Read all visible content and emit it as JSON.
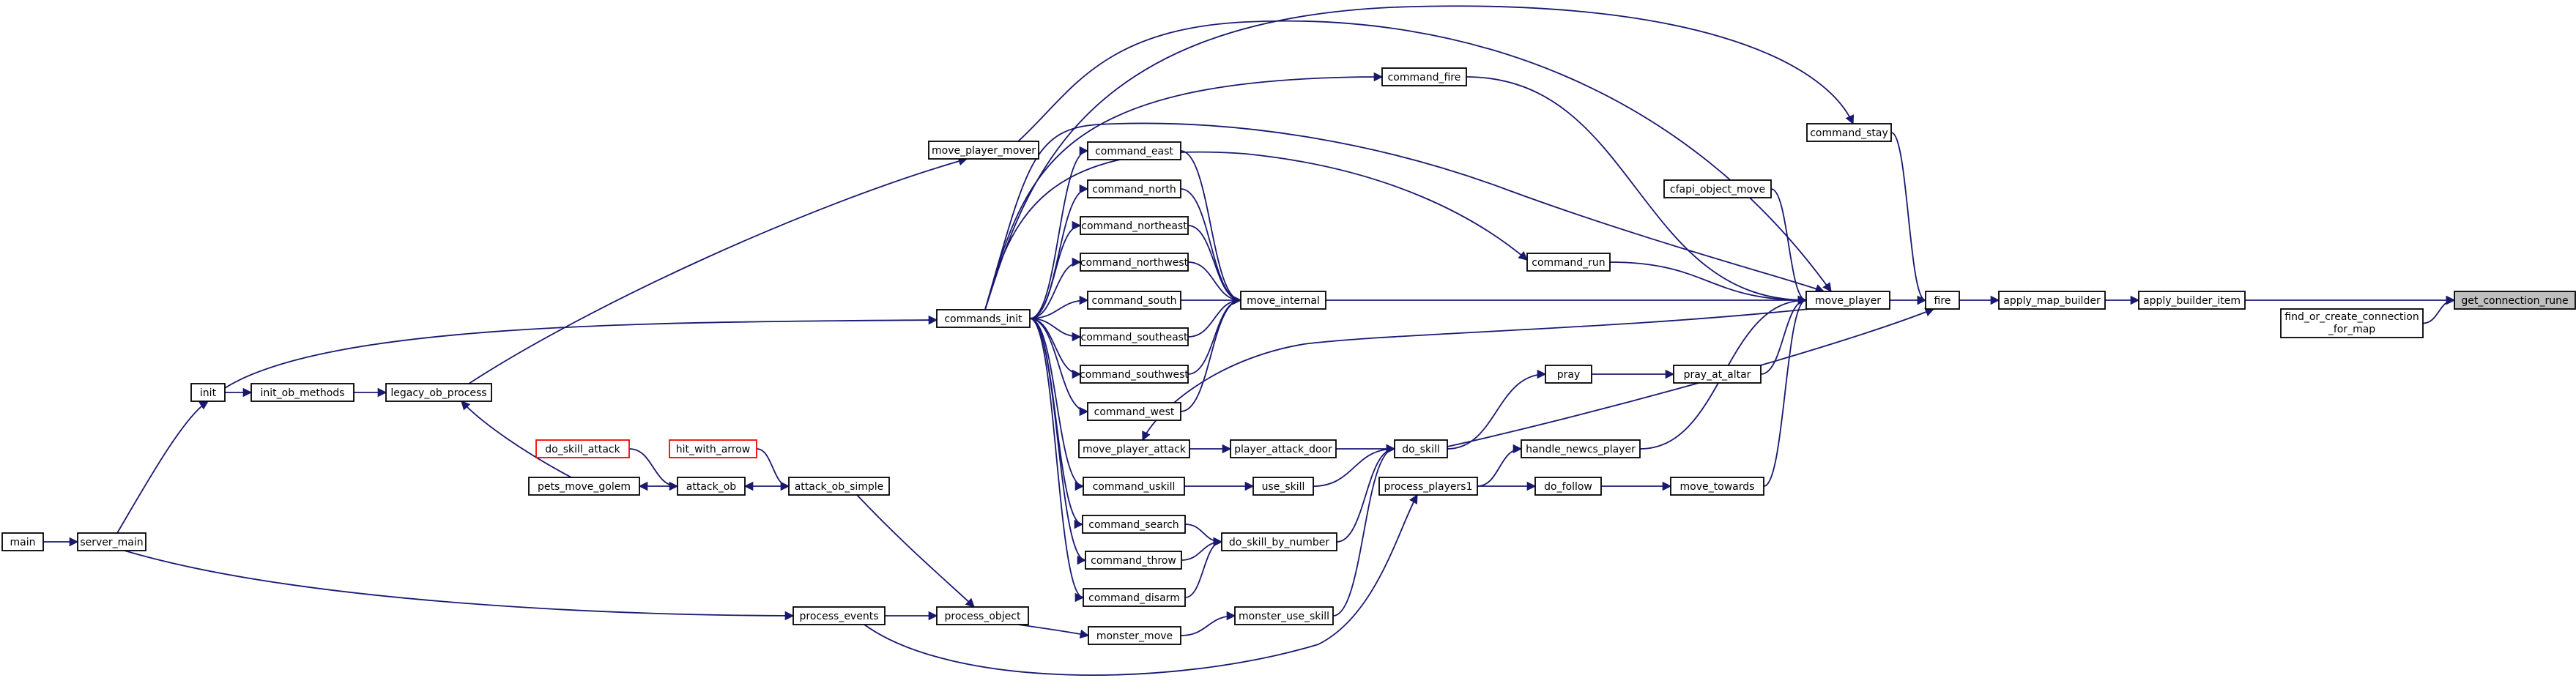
{
  "nodes": [
    {
      "id": "get_connection_rune",
      "label": "get_connection_rune",
      "color": "#000000",
      "fill": "#bfbfbf"
    },
    {
      "id": "apply_builder_item",
      "label": "apply_builder_item",
      "color": "#000000"
    },
    {
      "id": "find_or_create_connection_for_map",
      "label": "find_or_create_connection",
      "label2": "_for_map",
      "color": "#000000"
    },
    {
      "id": "apply_map_builder",
      "label": "apply_map_builder",
      "color": "#000000"
    },
    {
      "id": "fire",
      "label": "fire",
      "color": "#000000"
    },
    {
      "id": "command_stay",
      "label": "command_stay",
      "color": "#000000"
    },
    {
      "id": "move_player",
      "label": "move_player",
      "color": "#000000"
    },
    {
      "id": "cfapi_object_move",
      "label": "cfapi_object_move",
      "color": "#000000"
    },
    {
      "id": "pray_at_altar",
      "label": "pray_at_altar",
      "color": "#000000"
    },
    {
      "id": "handle_newcs_player",
      "label": "handle_newcs_player",
      "color": "#000000"
    },
    {
      "id": "move_towards",
      "label": "move_towards",
      "color": "#000000"
    },
    {
      "id": "command_fire",
      "label": "command_fire",
      "color": "#000000"
    },
    {
      "id": "command_run",
      "label": "command_run",
      "color": "#000000"
    },
    {
      "id": "move_internal",
      "label": "move_internal",
      "color": "#000000"
    },
    {
      "id": "pray",
      "label": "pray",
      "color": "#000000"
    },
    {
      "id": "do_skill",
      "label": "do_skill",
      "color": "#000000"
    },
    {
      "id": "do_follow",
      "label": "do_follow",
      "color": "#000000"
    },
    {
      "id": "process_players1",
      "label": "process_players1",
      "color": "#000000"
    },
    {
      "id": "command_east",
      "label": "command_east",
      "color": "#000000"
    },
    {
      "id": "command_north",
      "label": "command_north",
      "color": "#000000"
    },
    {
      "id": "command_northeast",
      "label": "command_northeast",
      "color": "#000000"
    },
    {
      "id": "command_northwest",
      "label": "command_northwest",
      "color": "#000000"
    },
    {
      "id": "command_south",
      "label": "command_south",
      "color": "#000000"
    },
    {
      "id": "command_southeast",
      "label": "command_southeast",
      "color": "#000000"
    },
    {
      "id": "command_southwest",
      "label": "command_southwest",
      "color": "#000000"
    },
    {
      "id": "command_west",
      "label": "command_west",
      "color": "#000000"
    },
    {
      "id": "player_attack_door",
      "label": "player_attack_door",
      "color": "#000000"
    },
    {
      "id": "move_player_attack",
      "label": "move_player_attack",
      "color": "#000000"
    },
    {
      "id": "use_skill",
      "label": "use_skill",
      "color": "#000000"
    },
    {
      "id": "command_uskill",
      "label": "command_uskill",
      "color": "#000000"
    },
    {
      "id": "do_skill_by_number",
      "label": "do_skill_by_number",
      "color": "#000000"
    },
    {
      "id": "command_search",
      "label": "command_search",
      "color": "#000000"
    },
    {
      "id": "command_throw",
      "label": "command_throw",
      "color": "#000000"
    },
    {
      "id": "command_disarm",
      "label": "command_disarm",
      "color": "#000000"
    },
    {
      "id": "monster_use_skill",
      "label": "monster_use_skill",
      "color": "#000000"
    },
    {
      "id": "monster_move",
      "label": "monster_move",
      "color": "#000000"
    },
    {
      "id": "process_object",
      "label": "process_object",
      "color": "#000000"
    },
    {
      "id": "process_events",
      "label": "process_events",
      "color": "#000000"
    },
    {
      "id": "commands_init",
      "label": "commands_init",
      "color": "#000000"
    },
    {
      "id": "move_player_mover",
      "label": "move_player_mover",
      "color": "#000000"
    },
    {
      "id": "legacy_ob_process",
      "label": "legacy_ob_process",
      "color": "#000000"
    },
    {
      "id": "init_ob_methods",
      "label": "init_ob_methods",
      "color": "#000000"
    },
    {
      "id": "init",
      "label": "init",
      "color": "#000000"
    },
    {
      "id": "server_main",
      "label": "server_main",
      "color": "#000000"
    },
    {
      "id": "main",
      "label": "main",
      "color": "#000000"
    },
    {
      "id": "attack_ob_simple",
      "label": "attack_ob_simple",
      "color": "#000000"
    },
    {
      "id": "attack_ob",
      "label": "attack_ob",
      "color": "#000000"
    },
    {
      "id": "pets_move_golem",
      "label": "pets_move_golem",
      "color": "#000000"
    },
    {
      "id": "do_skill_attack",
      "label": "do_skill_attack",
      "color": "#ff0000"
    },
    {
      "id": "hit_with_arrow",
      "label": "hit_with_arrow",
      "color": "#ff0000"
    }
  ],
  "edges": [
    [
      "apply_builder_item",
      "get_connection_rune"
    ],
    [
      "find_or_create_connection_for_map",
      "get_connection_rune"
    ],
    [
      "apply_map_builder",
      "apply_builder_item"
    ],
    [
      "fire",
      "apply_map_builder"
    ],
    [
      "command_stay",
      "fire"
    ],
    [
      "move_player",
      "fire"
    ],
    [
      "do_skill",
      "fire"
    ],
    [
      "command_fire",
      "move_player"
    ],
    [
      "cfapi_object_move",
      "move_player"
    ],
    [
      "command_run",
      "move_player"
    ],
    [
      "move_internal",
      "move_player"
    ],
    [
      "pray_at_altar",
      "move_player"
    ],
    [
      "handle_newcs_player",
      "move_player"
    ],
    [
      "move_towards",
      "move_player"
    ],
    [
      "commands_init",
      "move_player"
    ],
    [
      "move_player_mover",
      "move_player"
    ],
    [
      "move_player",
      "move_player_attack"
    ],
    [
      "commands_init",
      "command_stay"
    ],
    [
      "commands_init",
      "command_fire"
    ],
    [
      "commands_init",
      "command_run"
    ],
    [
      "command_east",
      "move_internal"
    ],
    [
      "command_north",
      "move_internal"
    ],
    [
      "command_northeast",
      "move_internal"
    ],
    [
      "command_northwest",
      "move_internal"
    ],
    [
      "command_south",
      "move_internal"
    ],
    [
      "command_southeast",
      "move_internal"
    ],
    [
      "command_southwest",
      "move_internal"
    ],
    [
      "command_west",
      "move_internal"
    ],
    [
      "commands_init",
      "command_east"
    ],
    [
      "commands_init",
      "command_north"
    ],
    [
      "commands_init",
      "command_northeast"
    ],
    [
      "commands_init",
      "command_northwest"
    ],
    [
      "commands_init",
      "command_south"
    ],
    [
      "commands_init",
      "command_southeast"
    ],
    [
      "commands_init",
      "command_southwest"
    ],
    [
      "commands_init",
      "command_west"
    ],
    [
      "pray",
      "pray_at_altar"
    ],
    [
      "do_skill",
      "pray"
    ],
    [
      "do_follow",
      "move_towards"
    ],
    [
      "process_players1",
      "handle_newcs_player"
    ],
    [
      "process_players1",
      "do_follow"
    ],
    [
      "player_attack_door",
      "do_skill"
    ],
    [
      "use_skill",
      "do_skill"
    ],
    [
      "do_skill_by_number",
      "do_skill"
    ],
    [
      "monster_use_skill",
      "do_skill"
    ],
    [
      "move_player_attack",
      "player_attack_door"
    ],
    [
      "command_uskill",
      "use_skill"
    ],
    [
      "commands_init",
      "command_uskill"
    ],
    [
      "command_search",
      "do_skill_by_number"
    ],
    [
      "command_throw",
      "do_skill_by_number"
    ],
    [
      "command_disarm",
      "do_skill_by_number"
    ],
    [
      "commands_init",
      "command_search"
    ],
    [
      "commands_init",
      "command_throw"
    ],
    [
      "commands_init",
      "command_disarm"
    ],
    [
      "monster_move",
      "monster_use_skill"
    ],
    [
      "process_object",
      "monster_move"
    ],
    [
      "process_events",
      "process_object"
    ],
    [
      "attack_ob_simple",
      "process_object"
    ],
    [
      "process_events",
      "process_players1"
    ],
    [
      "server_main",
      "process_events"
    ],
    [
      "init",
      "commands_init"
    ],
    [
      "legacy_ob_process",
      "move_player_mover"
    ],
    [
      "init_ob_methods",
      "legacy_ob_process"
    ],
    [
      "init",
      "init_ob_methods"
    ],
    [
      "server_main",
      "init"
    ],
    [
      "main",
      "server_main"
    ],
    [
      "pets_move_golem",
      "legacy_ob_process"
    ],
    [
      "attack_ob",
      "pets_move_golem"
    ],
    [
      "attack_ob_simple",
      "attack_ob"
    ],
    [
      "do_skill_attack",
      "attack_ob"
    ],
    [
      "hit_with_arrow",
      "attack_ob_simple"
    ]
  ]
}
